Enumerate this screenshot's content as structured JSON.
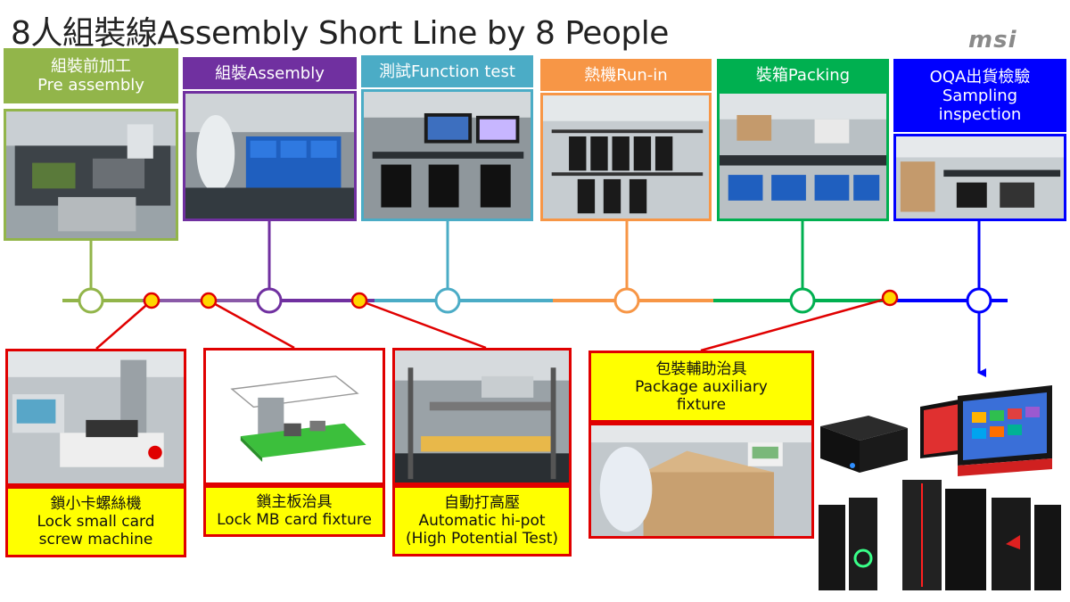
{
  "title": "8人組裝線Assembly Short Line by 8 People",
  "logo": "msi",
  "stations": [
    {
      "id": "pre",
      "zh": "組裝前加工",
      "en": "Pre assembly",
      "color": "#92b54a"
    },
    {
      "id": "assembly",
      "label": "組裝Assembly",
      "color": "#7030a0"
    },
    {
      "id": "function",
      "label": "測試Function test",
      "color": "#4bacc6"
    },
    {
      "id": "runin",
      "label": "熱機Run-in",
      "color": "#f79646"
    },
    {
      "id": "packing",
      "label": "裝箱Packing",
      "color": "#00b050"
    },
    {
      "id": "oqa",
      "zh": "OQA出貨檢驗",
      "en1": "Sampling",
      "en2": "inspection",
      "color": "#0000ff"
    }
  ],
  "fixtures": [
    {
      "zh": "鎖小卡螺絲機",
      "en1": "Lock small card",
      "en2": "screw machine"
    },
    {
      "zh": "鎖主板治具",
      "en1": "Lock MB card fixture"
    },
    {
      "zh": "自動打高壓",
      "en1": "Automatic hi-pot",
      "en2": "(High Potential Test)"
    },
    {
      "zh": "包裝輔助治具",
      "en1": "Package auxiliary",
      "en2": "fixture"
    }
  ],
  "colors": {
    "fixture_red": "#e00000",
    "fixture_yellow": "#ffff00",
    "gold_node": "#ffd700"
  }
}
